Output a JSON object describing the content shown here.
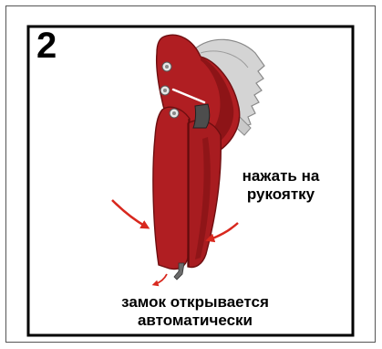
{
  "step_number": "2",
  "labels": {
    "press_handle": [
      "нажать на",
      "рукоятку"
    ],
    "lock_opens": [
      "замок открывается",
      "автоматически"
    ]
  },
  "colors": {
    "tool_body": "#b01e22",
    "tool_shadow": "#7a1012",
    "blade": "#cfcfcf",
    "arrow": "#d8281e",
    "border": "#000000"
  },
  "icons": [
    "pipe-cutter-tool",
    "curved-arrow-left",
    "curved-arrow-right",
    "small-arrow"
  ]
}
